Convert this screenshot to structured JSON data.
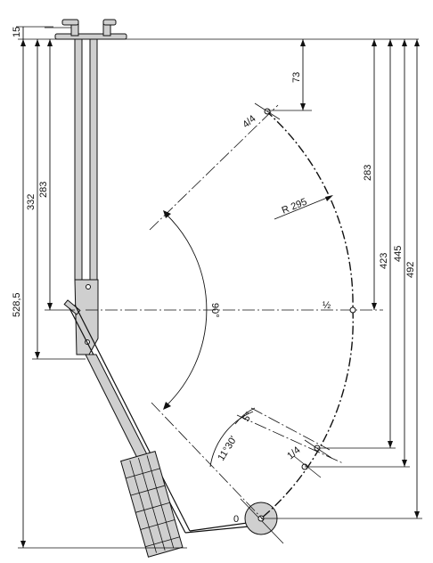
{
  "labels": {
    "dim_15": "15",
    "dim_332": "332",
    "dim_283_left": "283",
    "dim_528": "528,5",
    "dim_73": "73",
    "dim_283_right": "283",
    "dim_423": "423",
    "dim_445": "445",
    "dim_492": "492",
    "radius": "R 295",
    "angle_90": "90°",
    "angle_11": "11°30'",
    "angle_5": "5°",
    "pos_full": "4/4",
    "pos_half": "½",
    "pos_quarter": "1/4",
    "pos_zero": "0"
  }
}
